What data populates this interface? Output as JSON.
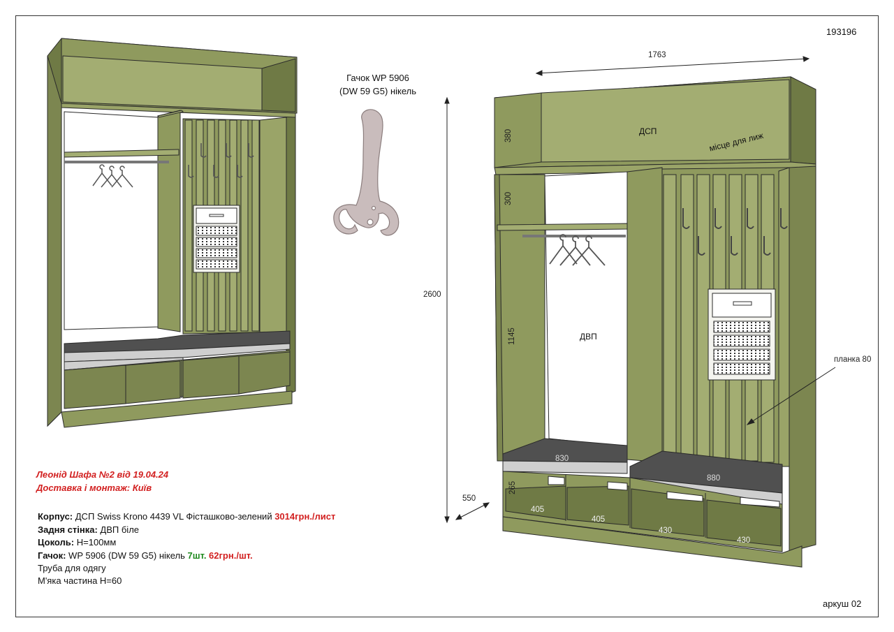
{
  "sheet_id": "193196",
  "sheet_no": "аркуш 02",
  "hook_caption": {
    "line1": "Гачок WP 5906",
    "line2": "(DW 59 G5) нікель"
  },
  "title": {
    "line1": "Леонід Шафа №2 від 19.04.24",
    "line2": "Доставка і монтаж: Київ"
  },
  "specs": {
    "body_label": "Корпус:",
    "body_value": " ДСП Swiss Krono 4439 VL Фісташково-зелений ",
    "body_price": "3014грн./лист",
    "back_label": "Задня стінка:",
    "back_value": "  ДВП біле",
    "plinth_label": "Цоколь:",
    "plinth_value": " Н=100мм",
    "hook_label": "Гачок:",
    "hook_value": " WP 5906 (DW 59 G5) нікель ",
    "hook_qty": "7шт.",
    "hook_price": " 62грн./шт.",
    "pipe": "Труба для одягу",
    "soft": "М'яка частина Н=60"
  },
  "dimensions": {
    "width": "1763",
    "height": "2600",
    "depth": "550",
    "top": "380",
    "upper": "300",
    "middle": "1145",
    "base": "265",
    "seat_left": "830",
    "seat_right": "880",
    "cell1": "405",
    "cell2": "405",
    "cell3": "430",
    "cell4": "430",
    "plank": "планка 80"
  },
  "labels": {
    "dsp": "ДСП",
    "ski": "місце для лиж",
    "dvp": "ДВП"
  },
  "colors": {
    "panel": "#8f9a5e",
    "panel_dark": "#6f7a45",
    "panel_light": "#a3ad72",
    "seat": "#505050",
    "hook": "#c9bcbc"
  }
}
